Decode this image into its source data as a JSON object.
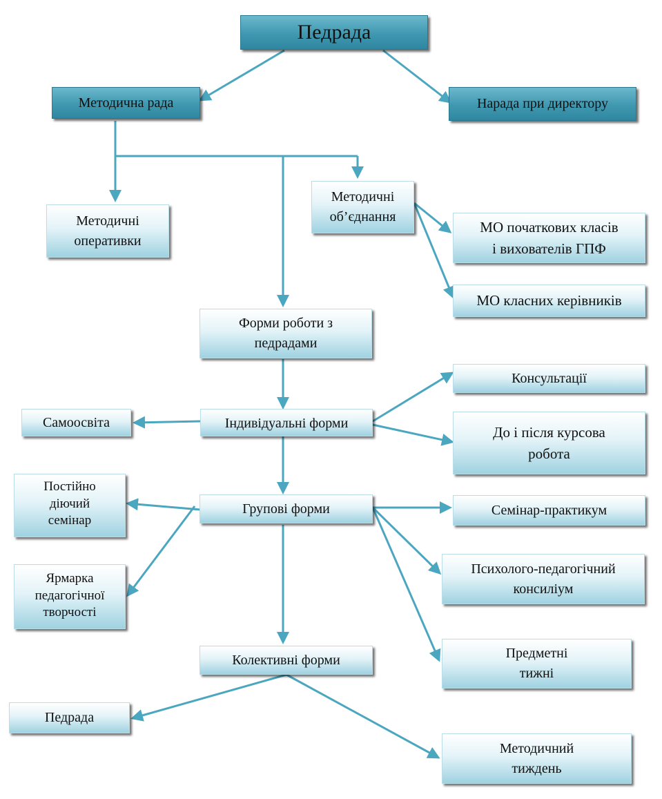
{
  "nodes": {
    "pedrada_top": "Педрада",
    "metodychna_rada": "Методична рада",
    "narada": "Нарада при директору",
    "operatyvky": "Методичні\nоперативки",
    "obiednannia": "Методичні\nоб’єднання",
    "mo_pochatkovykh": "МО початкових класів\nі вихователів ГПФ",
    "mo_klasnykh": "МО класних керівників",
    "formy_roboty": "Форми роботи з\nпедрадами",
    "samoosvita": "Самоосвіта",
    "indyvidualni": "Індивідуальні форми",
    "konsultatsii": "Консультації",
    "kursova": "До і після курсова\nробота",
    "postiino": "Постійно\nдіючий\nсемінар",
    "hrupovi": "Групові форми",
    "seminar_praktykum": "Семінар-практикум",
    "yarmarka": "Ярмарка\nпедагогічної\nтворчості",
    "psykholoho": "Психолого-педагогічний\nконсиліум",
    "predmetni": "Предметні\nтижні",
    "kolektyvni": "Колективні форми",
    "pedrada_bottom": "Педрада",
    "metodychnyi_tyzhden": "Методичний\nтиждень"
  },
  "colors": {
    "arrow": "#4ba6bf",
    "dark_fill": "#3f98b0",
    "light_fill": "#e3f3f8"
  }
}
